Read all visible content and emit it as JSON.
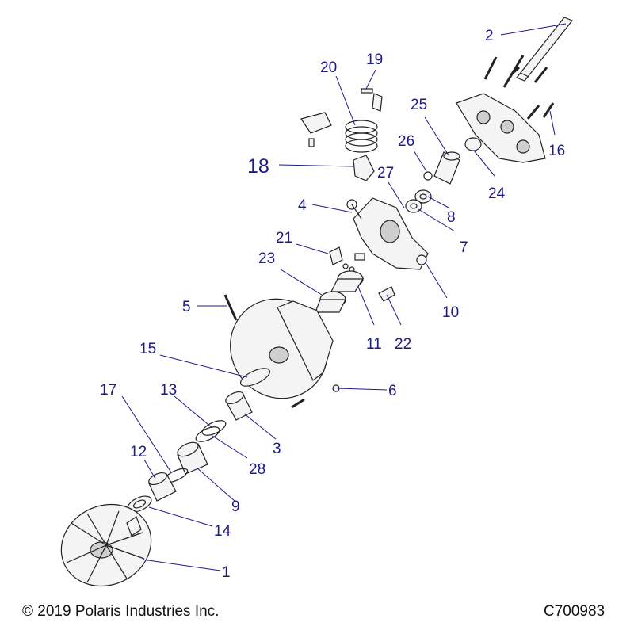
{
  "footer": {
    "copyright": "© 2019 Polaris Industries Inc.",
    "drawing_id": "C700983"
  },
  "callouts": {
    "c1": "1",
    "c2": "2",
    "c3": "3",
    "c4": "4",
    "c5": "5",
    "c6": "6",
    "c7": "7",
    "c8": "8",
    "c9": "9",
    "c10": "10",
    "c11": "11",
    "c12": "12",
    "c13": "13",
    "c14": "14",
    "c15": "15",
    "c16": "16",
    "c17": "17",
    "c18": "18",
    "c19": "19",
    "c20": "20",
    "c21": "21",
    "c22": "22",
    "c23": "23",
    "c24": "24",
    "c25": "25",
    "c26": "26",
    "c27": "27",
    "c28": "28"
  },
  "colors": {
    "callout": "#1a1a8c",
    "line_art": "#222222",
    "background": "#ffffff"
  }
}
